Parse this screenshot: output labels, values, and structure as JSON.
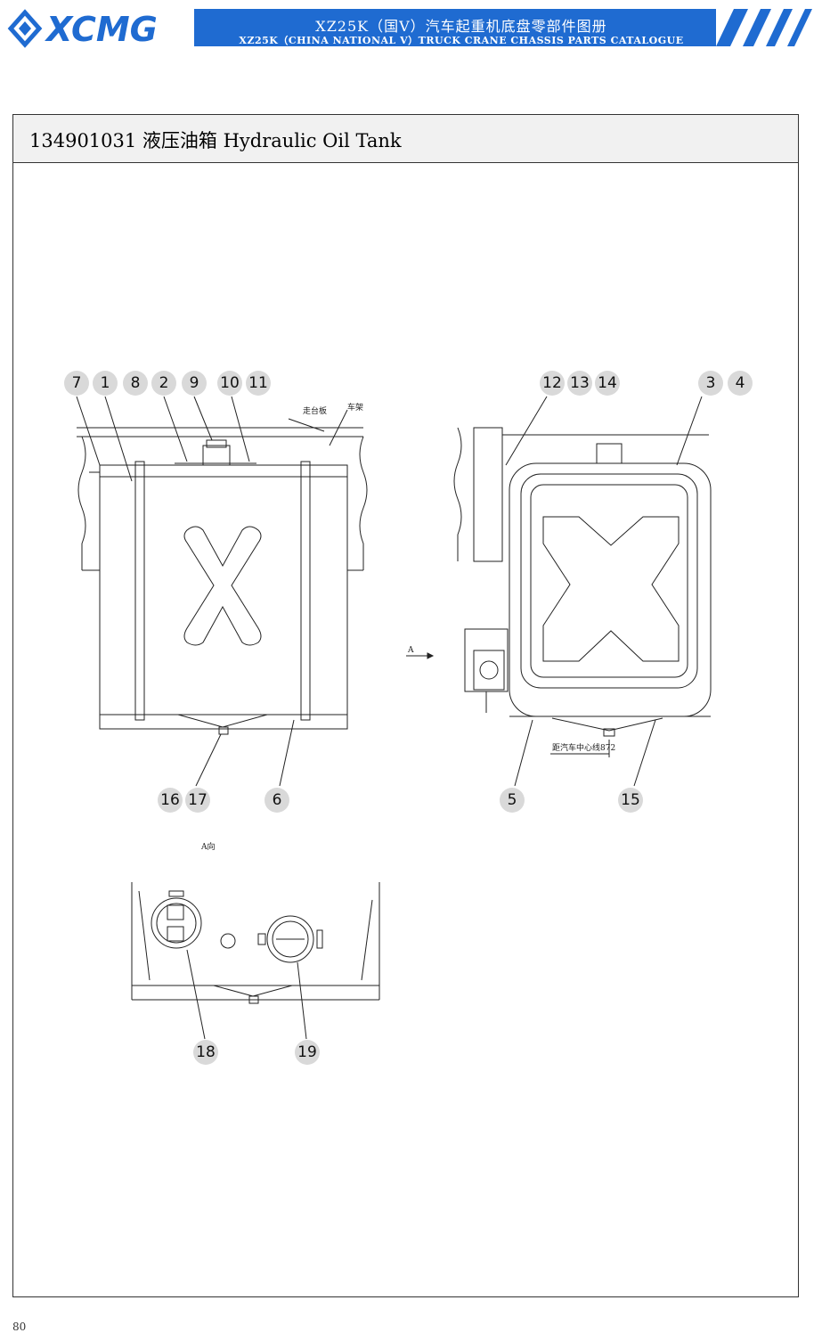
{
  "header": {
    "logo_text": "XCMG",
    "title_cn": "XZ25K（国V）汽车起重机底盘零部件图册",
    "title_en": "XZ25K（CHINA NATIONAL V）TRUCK CRANE CHASSIS PARTS CATALOGUE",
    "brand_color": "#1f6bd1"
  },
  "part": {
    "title": "134901031 液压油箱  Hydraulic Oil Tank"
  },
  "drawing_labels": {
    "platform": "走台板",
    "frame": "车架",
    "view_arrow": "A",
    "centerline": "距汽车中心线872",
    "view_a": "A向"
  },
  "callouts": [
    "7",
    "1",
    "8",
    "2",
    "9",
    "10",
    "11",
    "12",
    "13",
    "14",
    "3",
    "4",
    "16",
    "17",
    "6",
    "5",
    "15",
    "18",
    "19"
  ],
  "page_number": "80"
}
